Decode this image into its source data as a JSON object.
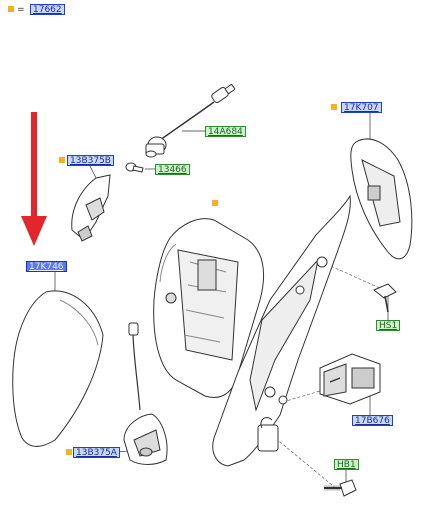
{
  "legend": {
    "equals": "=",
    "code": "17662"
  },
  "callouts": {
    "c_17K707": "17K707",
    "c_14A684": "14A684",
    "c_13B375B": "13B375B",
    "c_13466": "13466",
    "c_17K746": "17K746",
    "c_HS1": "HS1",
    "c_17B676": "17B676",
    "c_13B375A": "13B375A",
    "c_HB1": "HB1"
  },
  "colors": {
    "marker": "#f6b21c",
    "blue_label": "#c9d7fb",
    "green_label": "#ccf2cc",
    "selected_label": "#5b79ee",
    "arrow": "#e3262b"
  }
}
